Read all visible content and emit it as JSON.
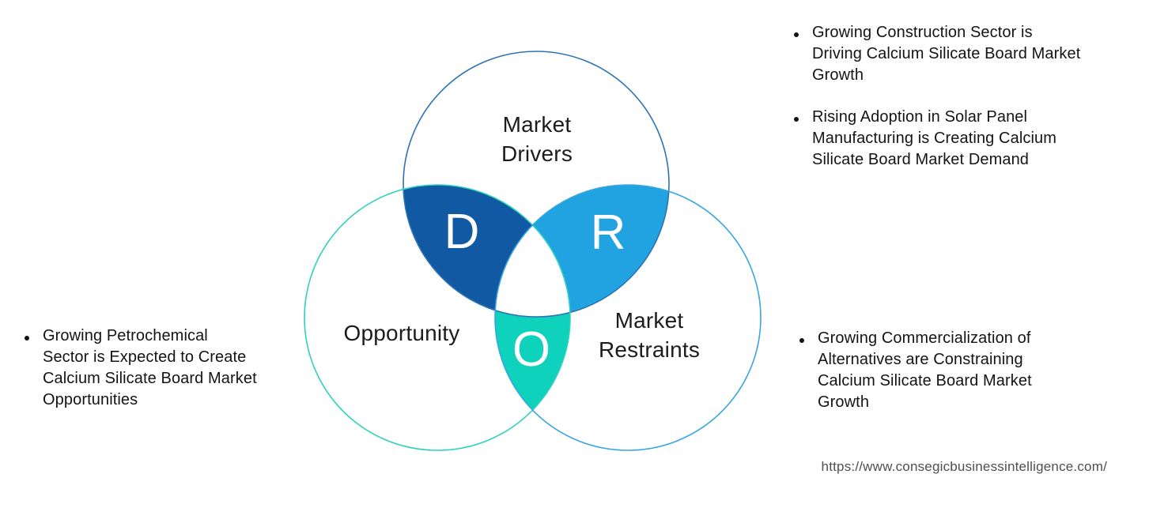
{
  "venn": {
    "drivers": {
      "label": "Market\nDrivers",
      "letter": "D",
      "fill": "#1159a3",
      "stroke": "#2e74b5"
    },
    "restraints": {
      "label": "Market\nRestraints",
      "letter": "R",
      "fill": "#21a3e1",
      "stroke": "#38a6e0"
    },
    "opportunity": {
      "label": "Opportunity",
      "letter": "O",
      "fill": "#0fd2bd",
      "stroke": "#30d1be"
    }
  },
  "bullets": {
    "top_right": [
      {
        "text": "Growing Construction Sector is\nDriving Calcium Silicate Board Market\nGrowth"
      },
      {
        "text": "Rising Adoption in Solar Panel\nManufacturing is Creating Calcium\nSilicate Board Market Demand"
      }
    ],
    "left": [
      {
        "text": "Growing Petrochemical\nSector is Expected to Create\nCalcium Silicate Board Market\nOpportunities"
      }
    ],
    "bottom_right": [
      {
        "text": "Growing Commercialization of\nAlternatives are Constraining\nCalcium Silicate Board Market\nGrowth"
      }
    ]
  },
  "footer": {
    "url": "https://www.consegicbusinessintelligence.com/"
  }
}
